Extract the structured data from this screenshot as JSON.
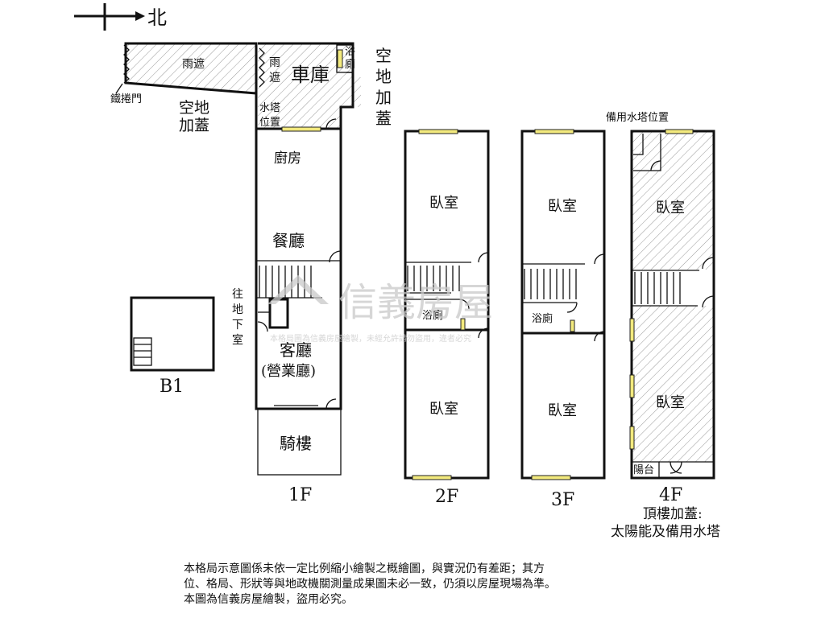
{
  "compass": {
    "north": "北"
  },
  "floor_labels": {
    "b1": "B1",
    "f1": "1F",
    "f2": "2F",
    "f3": "3F",
    "f4": "4F"
  },
  "roof_note": {
    "line1": "頂樓加蓋:",
    "line2": "太陽能及備用水塔"
  },
  "f1_rooms": {
    "canopy_left": "雨遮",
    "iron_door": "鐵捲門",
    "vacant_addition_left": "空地加蓋",
    "canopy_mid": "雨遮",
    "garage": "車庫",
    "bath": "浴廁",
    "vacant_addition_right": "空地加蓋",
    "water_tower": "水塔位置",
    "kitchen": "廚房",
    "dining": "餐廳",
    "to_basement": "往地下室",
    "living": "客廳",
    "living_sub": "(營業廳)",
    "arcade": "騎樓"
  },
  "f2_rooms": {
    "bedroom_top": "臥室",
    "bath": "浴廁",
    "bedroom_bottom": "臥室"
  },
  "f3_rooms": {
    "bedroom_top": "臥室",
    "bath": "浴廁",
    "bedroom_bottom": "臥室"
  },
  "f4_rooms": {
    "spare_tower": "備用水塔位置",
    "bedroom_top": "臥室",
    "bedroom_bottom": "臥室",
    "balcony": "陽台"
  },
  "watermark": {
    "brand": "信義房屋",
    "notice": "本格局圖為信義房屋繪製，未經允許請勿盜用，違者必究"
  },
  "disclaimer": {
    "line1": "本格局示意圖係未依一定比例縮小繪製之概繪圖，與實況仍有差距；其方",
    "line2": "位、格局、形狀等與地政機關測量成果圖未必一致，仍須以房屋現場為準。",
    "line3": "本圖為信義房屋繪製，盜用必究。"
  },
  "colors": {
    "window": "#f3ea7e",
    "wall": "#111111",
    "hatch": "#9a9a9a",
    "watermark": "#c9c9c9"
  }
}
